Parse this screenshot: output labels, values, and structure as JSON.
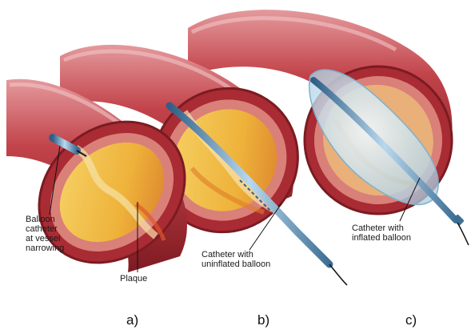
{
  "figure": {
    "panels": [
      {
        "id": "a",
        "label": "a)",
        "callouts": [
          {
            "key": "balloon",
            "text": "Balloon\ncatheter\nat vessel\nnarrowing"
          },
          {
            "key": "plaque",
            "text": "Plaque"
          }
        ]
      },
      {
        "id": "b",
        "label": "b)",
        "callouts": [
          {
            "key": "uninflated",
            "text": "Catheter with\nuninflated balloon"
          }
        ]
      },
      {
        "id": "c",
        "label": "c)",
        "callouts": [
          {
            "key": "inflated",
            "text": "Catheter with\ninflated balloon"
          }
        ]
      }
    ]
  },
  "colors": {
    "vessel_outer": "#b8323a",
    "vessel_highlight": "#e0878c",
    "vessel_wall": "#8e1f26",
    "intima_pink": "#e9a6a0",
    "plaque_yellow": "#f2c04a",
    "plaque_orange": "#e08a2a",
    "catheter_blue": "#8fb9d8",
    "catheter_dark": "#3f6f95",
    "balloon_glass": "#cfe6f2"
  }
}
